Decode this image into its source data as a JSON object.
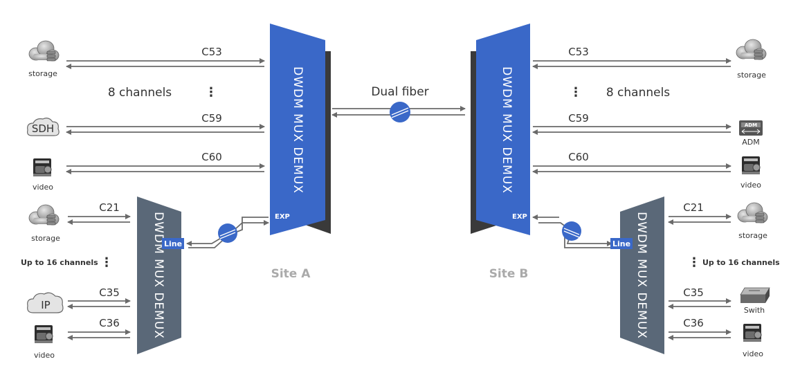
{
  "mux_label": "DWDM MUX DEMUX",
  "exp_label": "EXP",
  "line_label": "Line",
  "fiber_label": "Dual fiber",
  "site_a": {
    "name": "Site A",
    "main_channels": [
      {
        "id": "C53",
        "device": "storage",
        "device_label": "storage"
      },
      {
        "id": "C59",
        "device": "sdh-cloud",
        "device_label": "SDH"
      },
      {
        "id": "C60",
        "device": "video",
        "device_label": "video"
      }
    ],
    "main_count_label": "8 channels",
    "sub_channels": [
      {
        "id": "C21",
        "device": "storage",
        "device_label": "storage"
      },
      {
        "id": "C35",
        "device": "ip-cloud",
        "device_label": "IP"
      },
      {
        "id": "C36",
        "device": "video",
        "device_label": "video"
      }
    ],
    "sub_count_label": "Up to 16 channels"
  },
  "site_b": {
    "name": "Site B",
    "main_channels": [
      {
        "id": "C53",
        "device": "storage",
        "device_label": "storage"
      },
      {
        "id": "C59",
        "device": "adm",
        "device_label": "ADM",
        "badge": "ADM"
      },
      {
        "id": "C60",
        "device": "video",
        "device_label": "video"
      }
    ],
    "main_count_label": "8 channels",
    "sub_channels": [
      {
        "id": "C21",
        "device": "storage",
        "device_label": "storage"
      },
      {
        "id": "C35",
        "device": "switch",
        "device_label": "Swith"
      },
      {
        "id": "C36",
        "device": "video",
        "device_label": "video"
      }
    ],
    "sub_count_label": "Up to 16 channels"
  },
  "colors": {
    "mux_blue": "#3a68c8",
    "mux_gray": "#5a6878",
    "shadow": "#3a3a3a",
    "arrow": "#6a6a6a"
  }
}
